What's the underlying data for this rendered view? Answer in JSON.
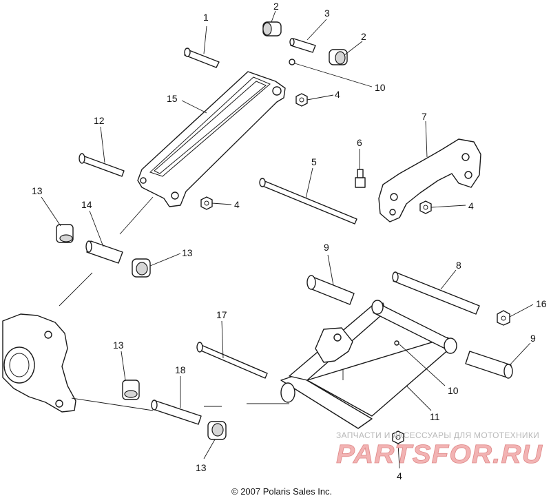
{
  "diagram": {
    "callouts": [
      {
        "id": "c1",
        "label": "1"
      },
      {
        "id": "c2a",
        "label": "2"
      },
      {
        "id": "c3",
        "label": "3"
      },
      {
        "id": "c2b",
        "label": "2"
      },
      {
        "id": "c10a",
        "label": "10"
      },
      {
        "id": "c4a",
        "label": "4"
      },
      {
        "id": "c15",
        "label": "15"
      },
      {
        "id": "c7",
        "label": "7"
      },
      {
        "id": "c12",
        "label": "12"
      },
      {
        "id": "c6",
        "label": "6"
      },
      {
        "id": "c5",
        "label": "5"
      },
      {
        "id": "c13a",
        "label": "13"
      },
      {
        "id": "c14",
        "label": "14"
      },
      {
        "id": "c4b",
        "label": "4"
      },
      {
        "id": "c4c",
        "label": "4"
      },
      {
        "id": "c13b",
        "label": "13"
      },
      {
        "id": "c9a",
        "label": "9"
      },
      {
        "id": "c8",
        "label": "8"
      },
      {
        "id": "c16",
        "label": "16"
      },
      {
        "id": "c17",
        "label": "17"
      },
      {
        "id": "c9b",
        "label": "9"
      },
      {
        "id": "c13c",
        "label": "13"
      },
      {
        "id": "c18",
        "label": "18"
      },
      {
        "id": "c10b",
        "label": "10"
      },
      {
        "id": "c11",
        "label": "11"
      },
      {
        "id": "c13d",
        "label": "13"
      },
      {
        "id": "c4d",
        "label": "4"
      }
    ],
    "copyright": "© 2007 Polaris Sales Inc."
  },
  "watermark": {
    "tagline": "ЗАПЧАСТИ И АКСЕССУАРЫ ДЛЯ МОТОТЕХНИКИ",
    "logo_text": "PARTSFOR.RU"
  },
  "colors": {
    "line": "#1a1a1a",
    "shade": "#d6d6d6",
    "watermark_logo": "#f2b3b3",
    "watermark_text": "#b9b9b9"
  }
}
